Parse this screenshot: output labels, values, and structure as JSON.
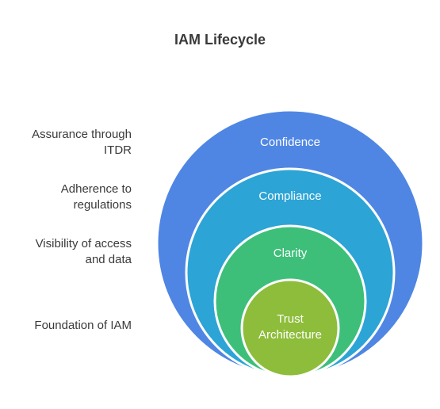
{
  "title": "IAM Lifecycle",
  "side_labels": [
    {
      "line1": "Assurance through",
      "line2": "ITDR"
    },
    {
      "line1": "Adherence to",
      "line2": "regulations"
    },
    {
      "line1": "Visibility of access",
      "line2": "and data"
    },
    {
      "line1": "Foundation of IAM",
      "line2": ""
    }
  ],
  "layers": [
    {
      "line1": "Confidence",
      "line2": "",
      "color": "#4f86e3"
    },
    {
      "line1": "Compliance",
      "line2": "",
      "color": "#2ca4d6"
    },
    {
      "line1": "Clarity",
      "line2": "",
      "color": "#3dbf7a"
    },
    {
      "line1": "Trust",
      "line2": "Architecture",
      "color": "#8dbd3a"
    }
  ]
}
